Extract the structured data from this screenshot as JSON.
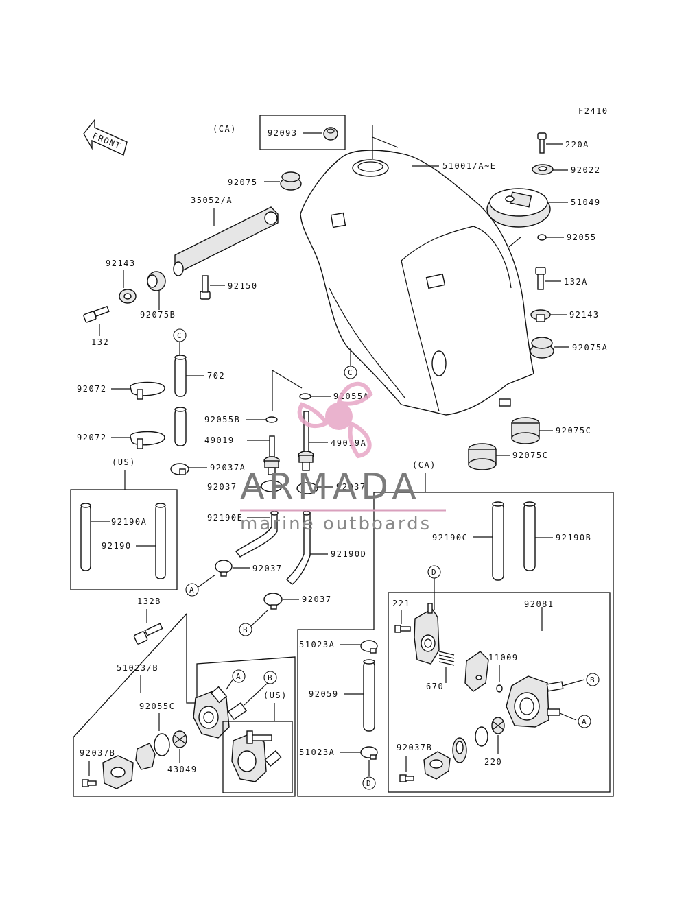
{
  "figure_code": "F2410",
  "front_label": "FRONT",
  "region_labels": {
    "ca": "(CA)",
    "us": "(US)"
  },
  "callouts": {
    "a": "A",
    "b": "B",
    "c": "C",
    "d": "D"
  },
  "watermark": {
    "brand": "ARMADA",
    "tagline": "marine outboards",
    "logo_color": "#e7a6c6"
  },
  "parts": [
    "92093",
    "51001/A~E",
    "220A",
    "92022",
    "51049",
    "92055",
    "92075",
    "35052/A",
    "92143",
    "92150",
    "92075B",
    "132",
    "132A",
    "92075A",
    "702",
    "92072",
    "92055A",
    "92055B",
    "49019",
    "49019A",
    "92075C",
    "92037A",
    "92037",
    "92190E",
    "92190D",
    "92190A",
    "92190",
    "92190C",
    "92190B",
    "132B",
    "51023/B",
    "92055C",
    "220",
    "43049",
    "92037B",
    "92059",
    "221",
    "51023A",
    "92081",
    "670",
    "11009"
  ]
}
